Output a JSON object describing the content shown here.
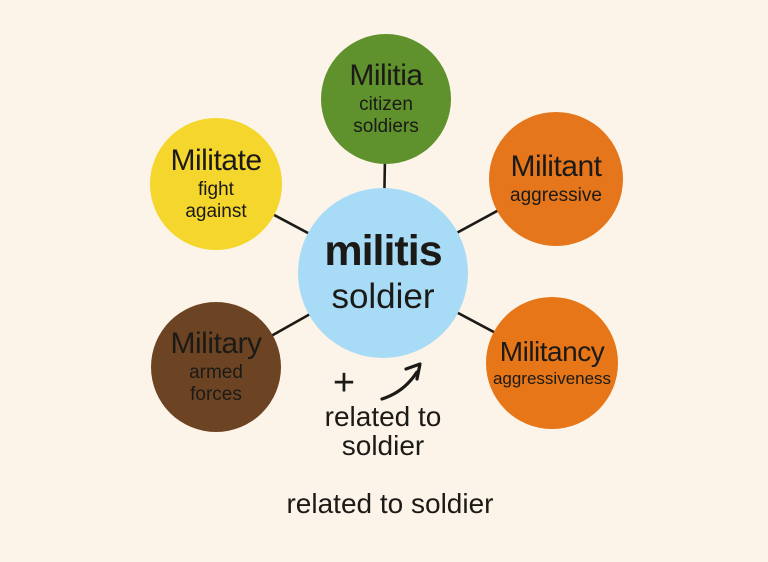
{
  "colors": {
    "background": "#fdf4e9",
    "line": "#1b1a17",
    "center_blue": "#a8dbf6",
    "green": "#5f912d",
    "yellow": "#f5d62c",
    "orange_top": "#e5761b",
    "orange_bottom": "#e67618",
    "brown": "#6d4423"
  },
  "center": {
    "title": "militis",
    "subtitle": "soldier",
    "color": "#a8dbf6"
  },
  "nodes": [
    {
      "title": "Militia",
      "subtitle": "citizen soldiers",
      "subtitle_lines": [
        "citizen",
        "soldiers"
      ],
      "color": "#5f912d"
    },
    {
      "title": "Militate",
      "subtitle": "fight against",
      "subtitle_lines": [
        "fight",
        "against"
      ],
      "color": "#f5d62c"
    },
    {
      "title": "Militant",
      "subtitle": "aggressive",
      "subtitle_lines": [
        "aggressive"
      ],
      "color": "#e5761b"
    },
    {
      "title": "Military",
      "subtitle": "armed forces",
      "subtitle_lines": [
        "armed",
        "forces"
      ],
      "color": "#6d4423"
    },
    {
      "title": "Militancy",
      "subtitle": "aggressiveness",
      "subtitle_lines": [
        "aggressiveness"
      ],
      "color": "#e67618"
    }
  ],
  "annotation": {
    "plus": "+",
    "lines": [
      "related to",
      "soldier"
    ]
  },
  "caption": "related to soldier"
}
